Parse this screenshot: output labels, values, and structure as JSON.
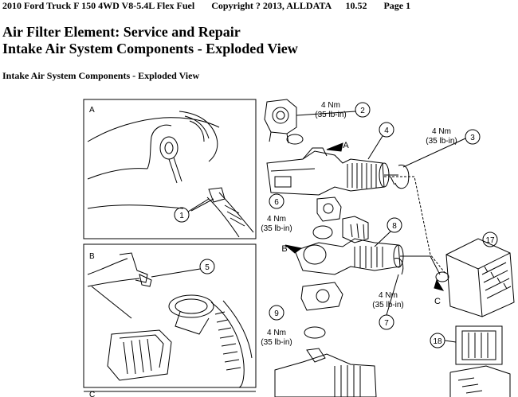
{
  "header": {
    "vehicle": "2010 Ford Truck F 150 4WD V8-5.4L Flex Fuel",
    "copyright": "Copyright ? 2013, ALLDATA",
    "version": "10.52",
    "page": "Page 1"
  },
  "title_line1": "Air Filter Element: Service and Repair",
  "title_line2": "Intake Air System Components - Exploded View",
  "section_heading": "Intake Air System Components - Exploded View",
  "diagram": {
    "panel_letters": [
      "A",
      "B",
      "C"
    ],
    "callouts": [
      "1",
      "2",
      "3",
      "4",
      "5",
      "6",
      "7",
      "8",
      "9",
      "17",
      "18"
    ],
    "torque_nm": "4 Nm",
    "torque_lbin": "(35 lb-in)",
    "view_letters": [
      "A",
      "B",
      "C"
    ]
  }
}
